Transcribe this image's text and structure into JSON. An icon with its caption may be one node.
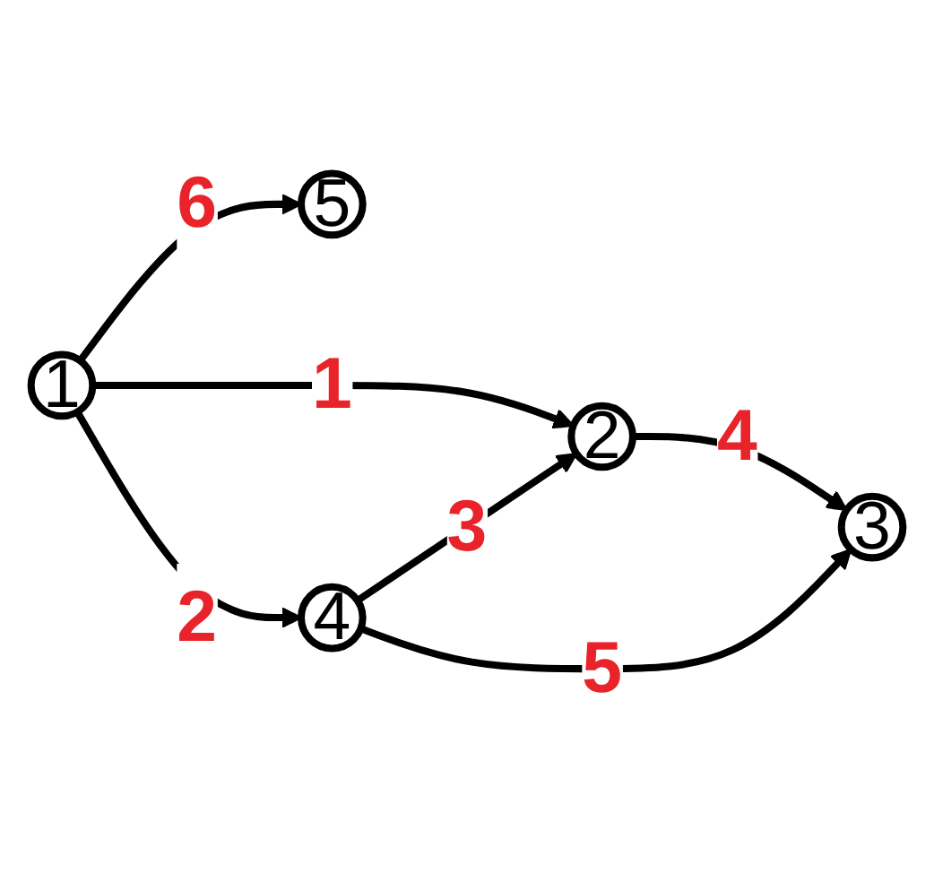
{
  "diagram": {
    "nodes": [
      {
        "text": [
          "5"
        ]
      },
      {
        "text": [
          "1"
        ]
      },
      {
        "text": [
          "2"
        ]
      },
      {
        "text": [
          "4"
        ]
      },
      {
        "text": [
          "3"
        ]
      }
    ],
    "edges": [
      {
        "from": 1,
        "to": 0,
        "arrow": "to",
        "label": "6"
      },
      {
        "from": 1,
        "to": 2,
        "arrow": "to",
        "label": "1"
      },
      {
        "from": 1,
        "to": 3,
        "arrow": "to",
        "label": "2"
      },
      {
        "from": 3,
        "to": 2,
        "arrow": "to",
        "label": "3"
      },
      {
        "from": 2,
        "to": 4,
        "arrow": "to",
        "label": "4"
      },
      {
        "from": 3,
        "to": 4,
        "arrow": "to",
        "label": "5"
      }
    ]
  }
}
